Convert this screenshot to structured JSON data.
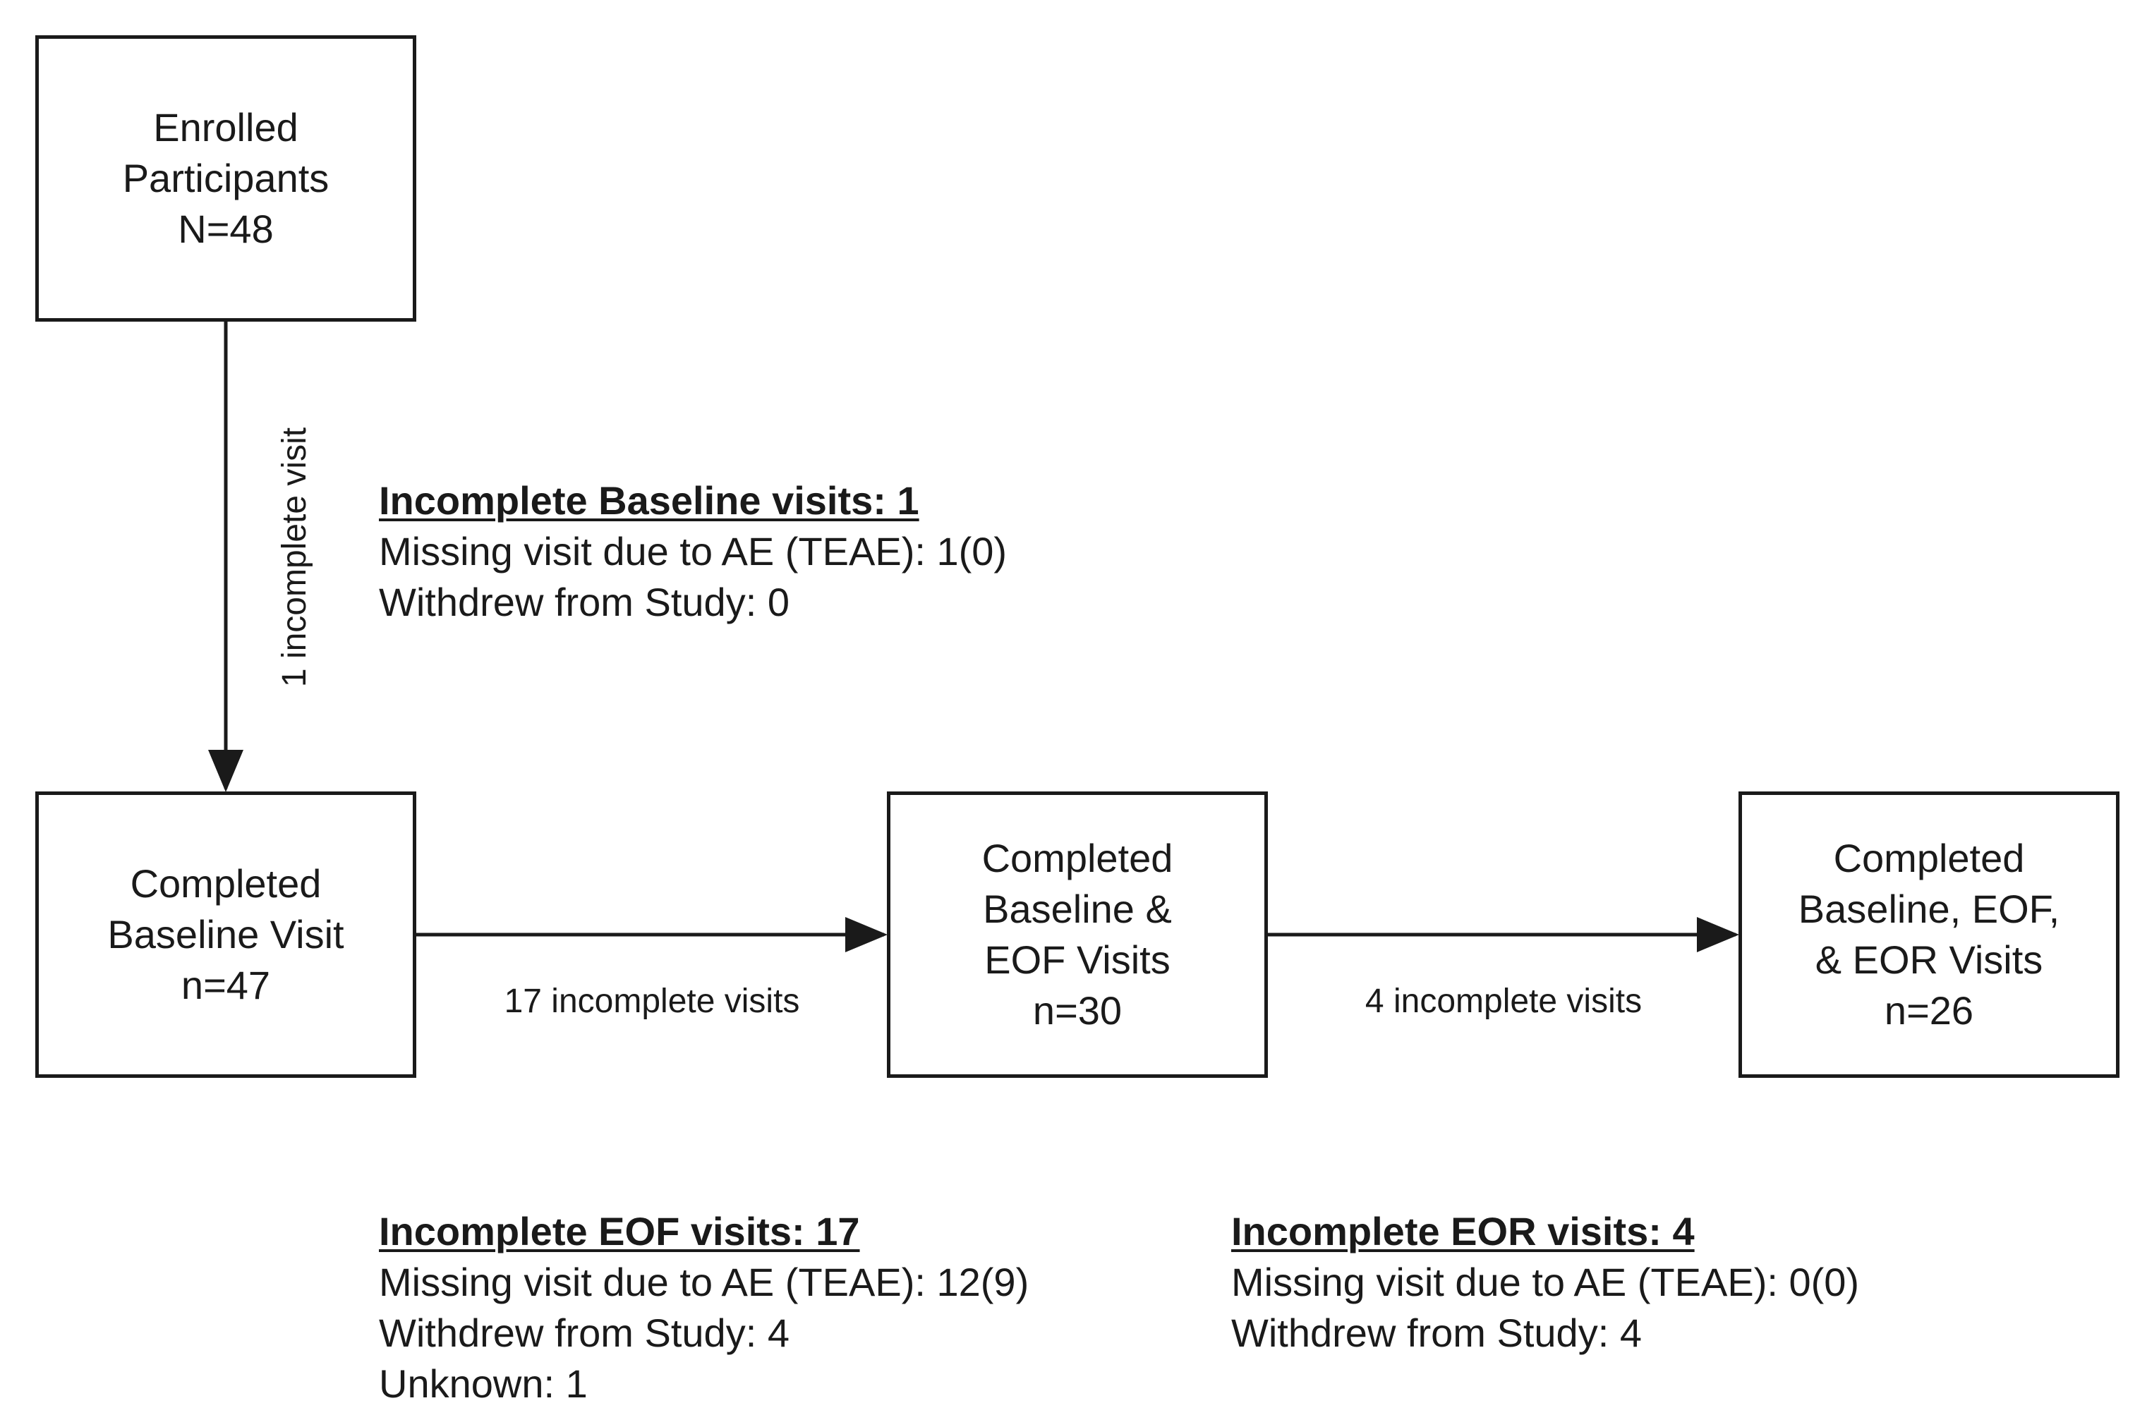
{
  "nodes": {
    "enrolled": {
      "lines": [
        "Enrolled",
        "Participants",
        "N=48"
      ]
    },
    "baseline": {
      "lines": [
        "Completed",
        "Baseline Visit",
        "n=47"
      ]
    },
    "eof": {
      "lines": [
        "Completed",
        "Baseline &",
        "EOF Visits",
        "n=30"
      ]
    },
    "eor": {
      "lines": [
        "Completed",
        "Baseline, EOF,",
        "& EOR Visits",
        "n=26"
      ]
    }
  },
  "edges": {
    "enrolled_to_baseline": {
      "label": "1 incomplete visit"
    },
    "baseline_to_eof": {
      "label": "17 incomplete visits"
    },
    "eof_to_eor": {
      "label": "4 incomplete visits"
    }
  },
  "notes": {
    "baseline": {
      "title": "Incomplete Baseline visits: 1",
      "lines": [
        "Missing visit due to AE (TEAE): 1(0)",
        "Withdrew from Study: 0"
      ]
    },
    "eof": {
      "title": "Incomplete EOF visits: 17",
      "lines": [
        "Missing visit due to AE (TEAE): 12(9)",
        "Withdrew from Study: 4",
        "Unknown: 1"
      ]
    },
    "eor": {
      "title": "Incomplete EOR visits: 4",
      "lines": [
        "Missing visit due to AE (TEAE): 0(0)",
        "Withdrew from Study: 4"
      ]
    }
  },
  "colors": {
    "stroke": "#1a1a1a",
    "background": "#ffffff"
  }
}
